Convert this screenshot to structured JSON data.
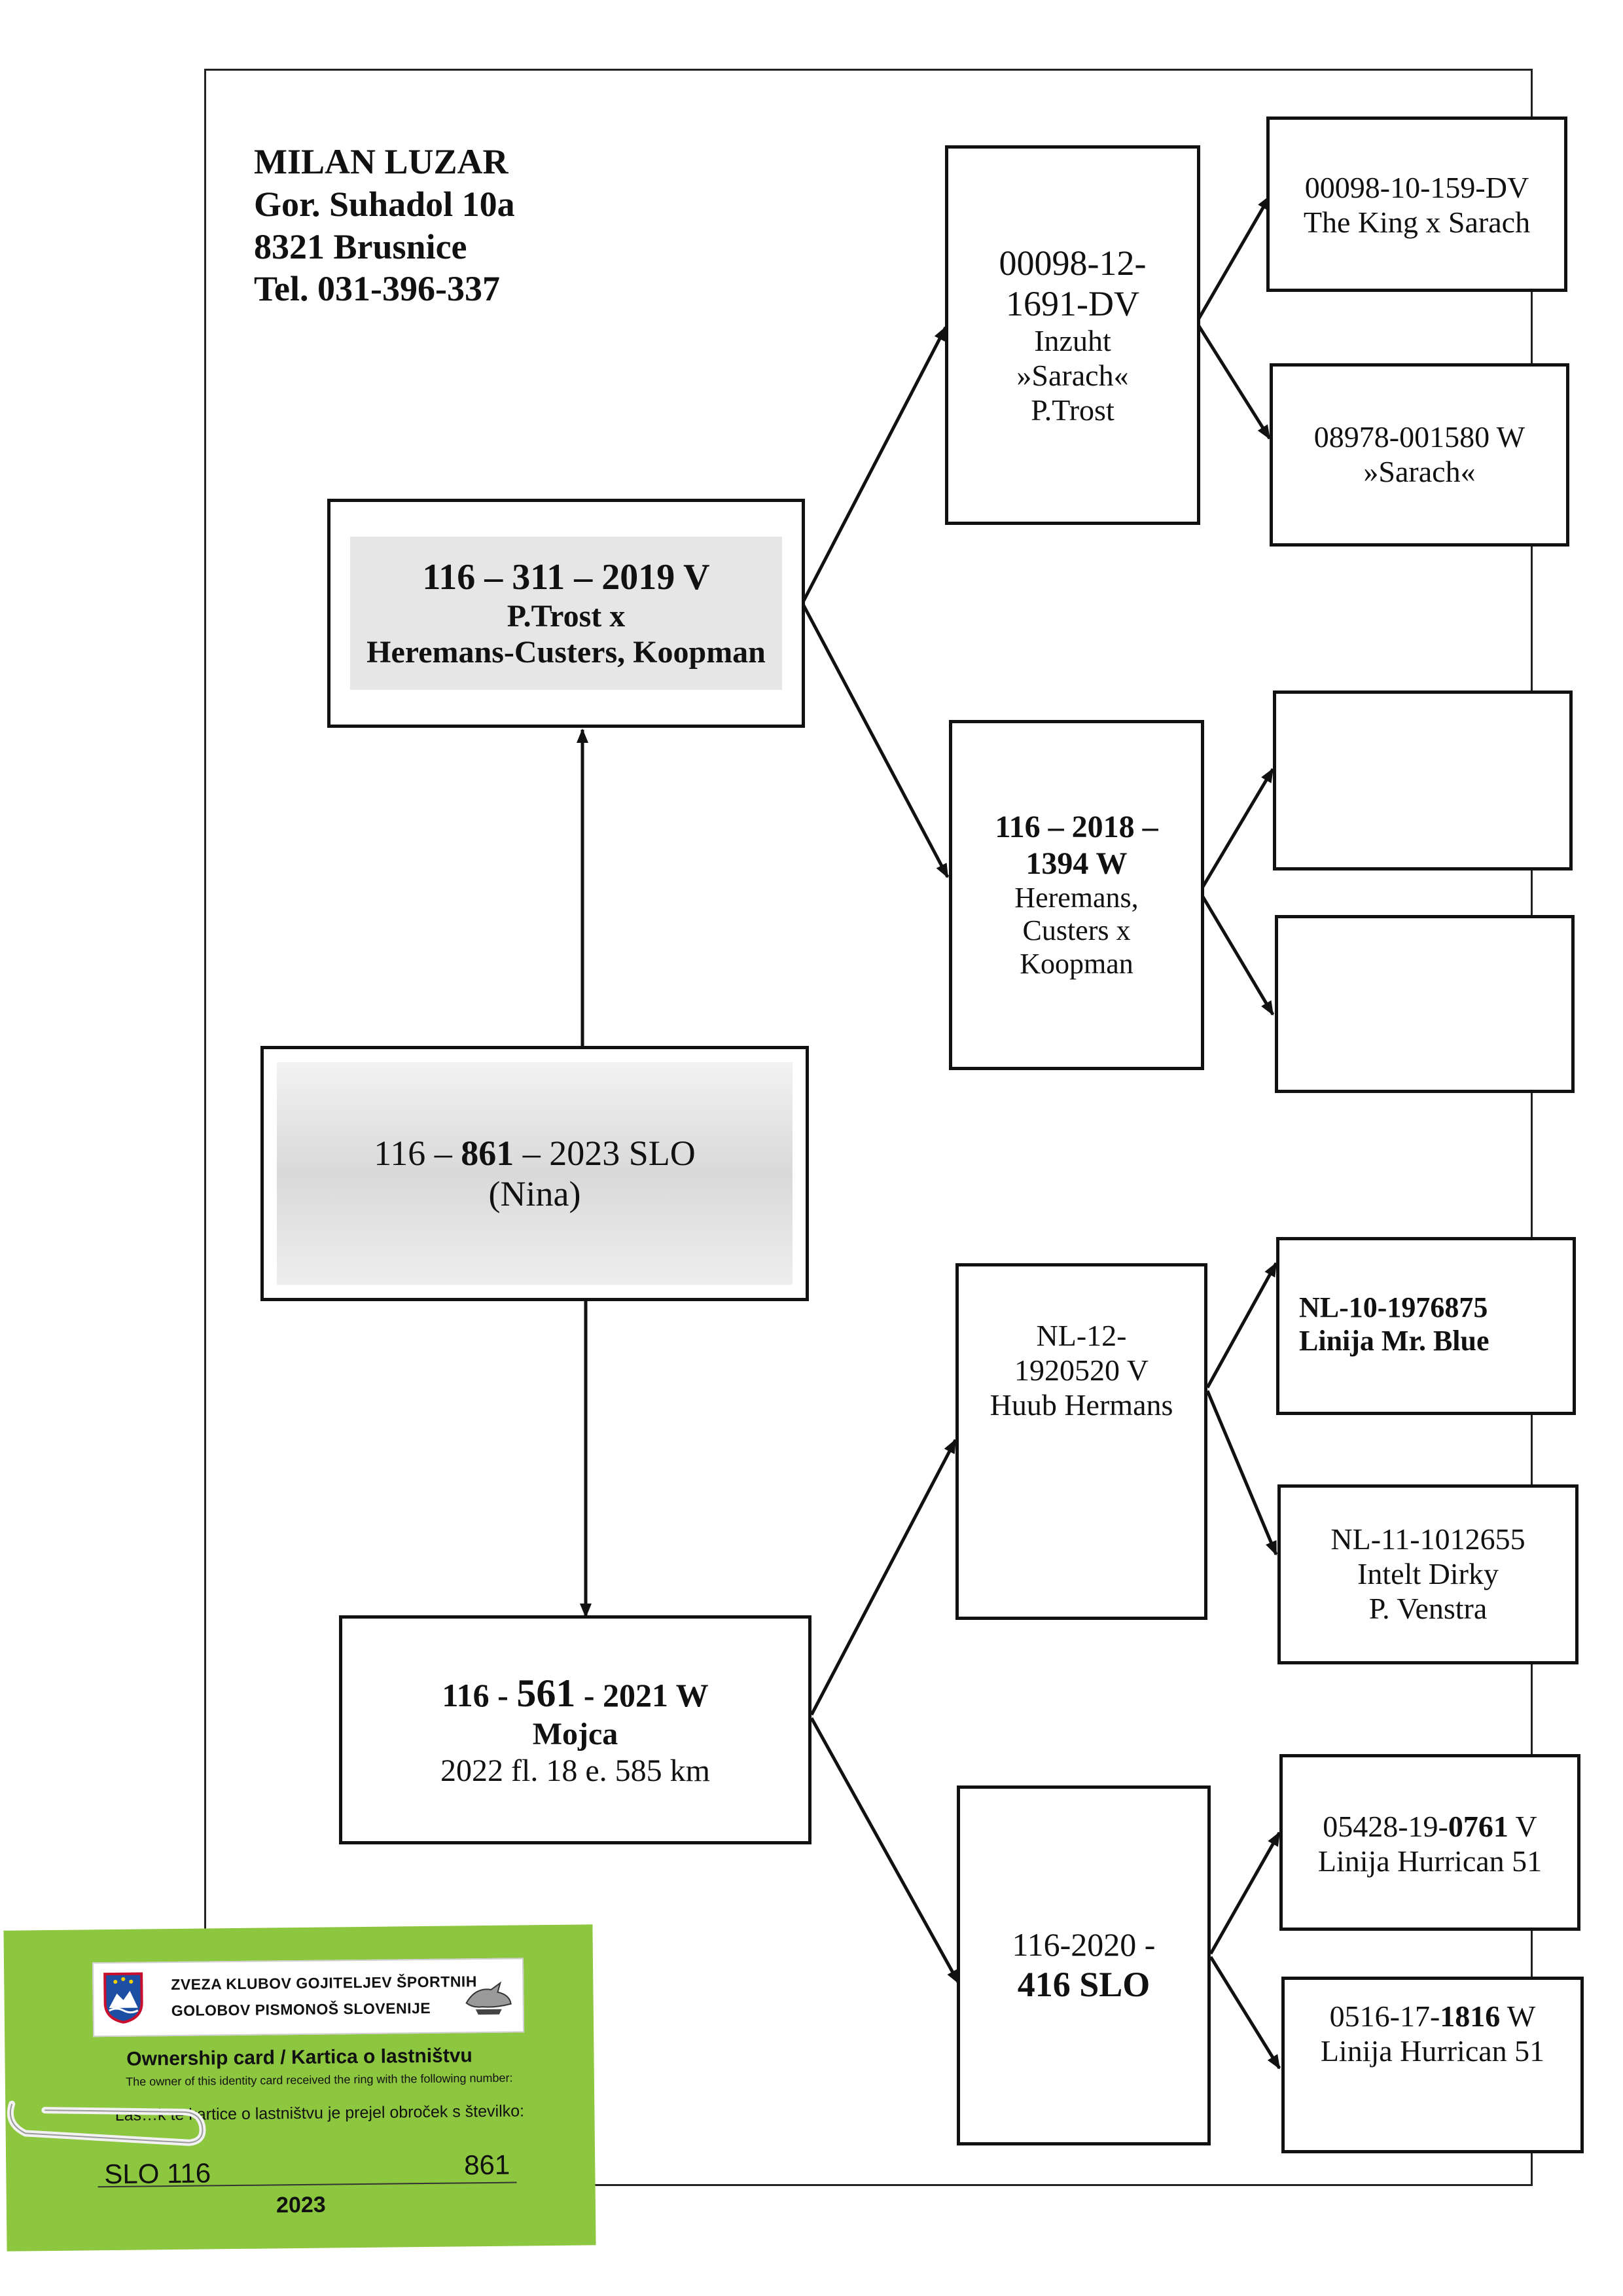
{
  "owner": {
    "name": "MILAN LUZAR",
    "street": "Gor. Suhadol 10a",
    "city": "8321 Brusnice",
    "phone": "Tel. 031-396-337"
  },
  "subject": {
    "ring_prefix": "116 – ",
    "ring_bold": "861",
    "ring_suffix": " – 2023 SLO",
    "name": "(Nina)"
  },
  "sire": {
    "ring": "116 – 311 – 2019 V",
    "line2": "P.Trost x",
    "line3": "Heremans-Custers, Koopman"
  },
  "dam": {
    "ring_a": "116 - ",
    "ring_bold": "561",
    "ring_b": " - 2021 W",
    "name": "Mojca",
    "result": "2022 fl. 18 e. 585 km"
  },
  "sire_sire": {
    "line1": "00098-12-",
    "line2": "1691-DV",
    "line3": "Inzuht",
    "line4": "»Sarach«",
    "line5": "P.Trost"
  },
  "sire_dam": {
    "line1": "116 – 2018 –",
    "line2": "1394 W",
    "line3": "Heremans,",
    "line4": "Custers x",
    "line5": "Koopman"
  },
  "dam_sire": {
    "line1": "NL-12-",
    "line2": "1920520 V",
    "line3": "Huub Hermans"
  },
  "dam_dam": {
    "line1": "116-2020 -",
    "line2": "416 SLO"
  },
  "ss_sire": {
    "line1": "00098-10-159-DV",
    "line2": "The King x Sarach"
  },
  "ss_dam": {
    "line1": "08978-001580 W",
    "line2": "»Sarach«"
  },
  "ds_sire": {
    "line1": "NL-10-1976875",
    "line2": "Linija Mr. Blue"
  },
  "ds_dam": {
    "line1": "NL-11-1012655",
    "line2": "Intelt Dirky",
    "line3": "P. Venstra"
  },
  "dd_sire": {
    "line1a": "05428-19-",
    "line1b": "0761",
    "line1c": " V",
    "line2": "Linija Hurrican 51"
  },
  "dd_dam": {
    "line1a": "0516-17-",
    "line1b": "1816",
    "line1c": " W",
    "line2": "Linija Hurrican 51"
  },
  "card": {
    "org_line1": "ZVEZA KLUBOV GOJITELJEV ŠPORTNIH",
    "org_line2": "GOLOBOV PISMONOŠ SLOVENIJE",
    "title": "Ownership card / Kartica o lastništvu",
    "text_en": "The owner of this identity card received the ring with the following number:",
    "text_sl": "Las…k te kartice o lastništvu je prejel obroček s številko:",
    "reg": "SLO 116",
    "number": "861",
    "year": "2023",
    "accent": "#8dc63f"
  }
}
